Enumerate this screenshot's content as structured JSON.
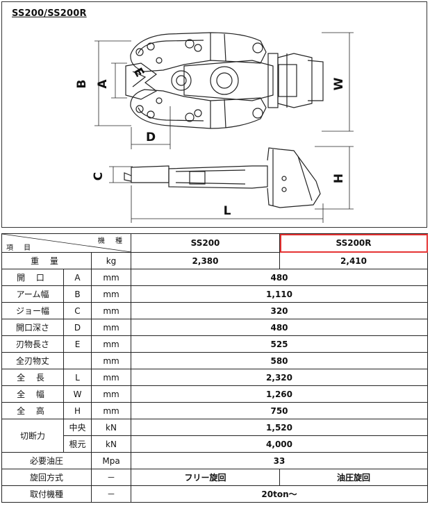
{
  "model_heading": "SS200/SS200R",
  "diagram": {
    "labels": {
      "a": "A",
      "b": "B",
      "c": "C",
      "d": "D",
      "e": "E",
      "h": "H",
      "l": "L",
      "w": "W"
    }
  },
  "table": {
    "header": {
      "kishu": "機 種",
      "koumoku": "項 目",
      "model_1": "SS200",
      "model_2": "SS200R"
    },
    "weight": {
      "label": "重 量",
      "unit": "kg",
      "ss200": "2,380",
      "ss200r": "2,410"
    },
    "rows": [
      {
        "label": "開 口",
        "code": "A",
        "unit": "mm",
        "value": "480"
      },
      {
        "label": "アーム幅",
        "code": "B",
        "unit": "mm",
        "value": "1,110"
      },
      {
        "label": "ジョー幅",
        "code": "C",
        "unit": "mm",
        "value": "320"
      },
      {
        "label": "開口深さ",
        "code": "D",
        "unit": "mm",
        "value": "480"
      },
      {
        "label": "刃物長さ",
        "code": "E",
        "unit": "mm",
        "value": "525"
      },
      {
        "label": "全刃物丈",
        "code": "",
        "unit": "mm",
        "value": "580"
      },
      {
        "label": "全 長",
        "code": "L",
        "unit": "mm",
        "value": "2,320"
      },
      {
        "label": "全 幅",
        "code": "W",
        "unit": "mm",
        "value": "1,260"
      },
      {
        "label": "全 高",
        "code": "H",
        "unit": "mm",
        "value": "750"
      }
    ],
    "cutting_force": {
      "label": "切断力",
      "center": {
        "label": "中央",
        "unit": "kN",
        "value": "1,520"
      },
      "root": {
        "label": "根元",
        "unit": "kN",
        "value": "4,000"
      }
    },
    "pressure": {
      "label": "必要油圧",
      "unit": "Mpa",
      "value": "33"
    },
    "rotation": {
      "label": "旋回方式",
      "unit": "－",
      "ss200": "フリー旋回",
      "ss200r": "油圧旋回"
    },
    "carrier": {
      "label": "取付機種",
      "unit": "－",
      "value": "20ton〜"
    }
  }
}
